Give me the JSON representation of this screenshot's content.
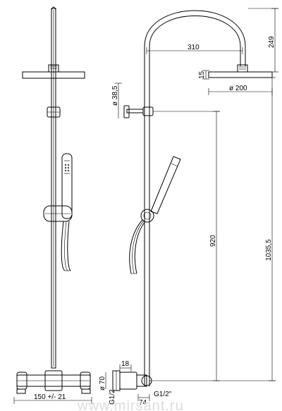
{
  "diagram": {
    "dimensions": {
      "arc_height": "249",
      "arm_length": "310",
      "head_thickness": "15",
      "head_diameter": "ø 200",
      "holder_diameter": "ø 38,5",
      "holder_height": "920",
      "total_height": "1035,5",
      "valve_diameter": "ø 70",
      "inlet_thread": "G1/2",
      "outlet_thread": "G1/2\"",
      "valve_depth": "18",
      "offset_depth": "74",
      "center_distance": "150 +/- 21"
    },
    "watermark": "www.mirsant.ru"
  }
}
